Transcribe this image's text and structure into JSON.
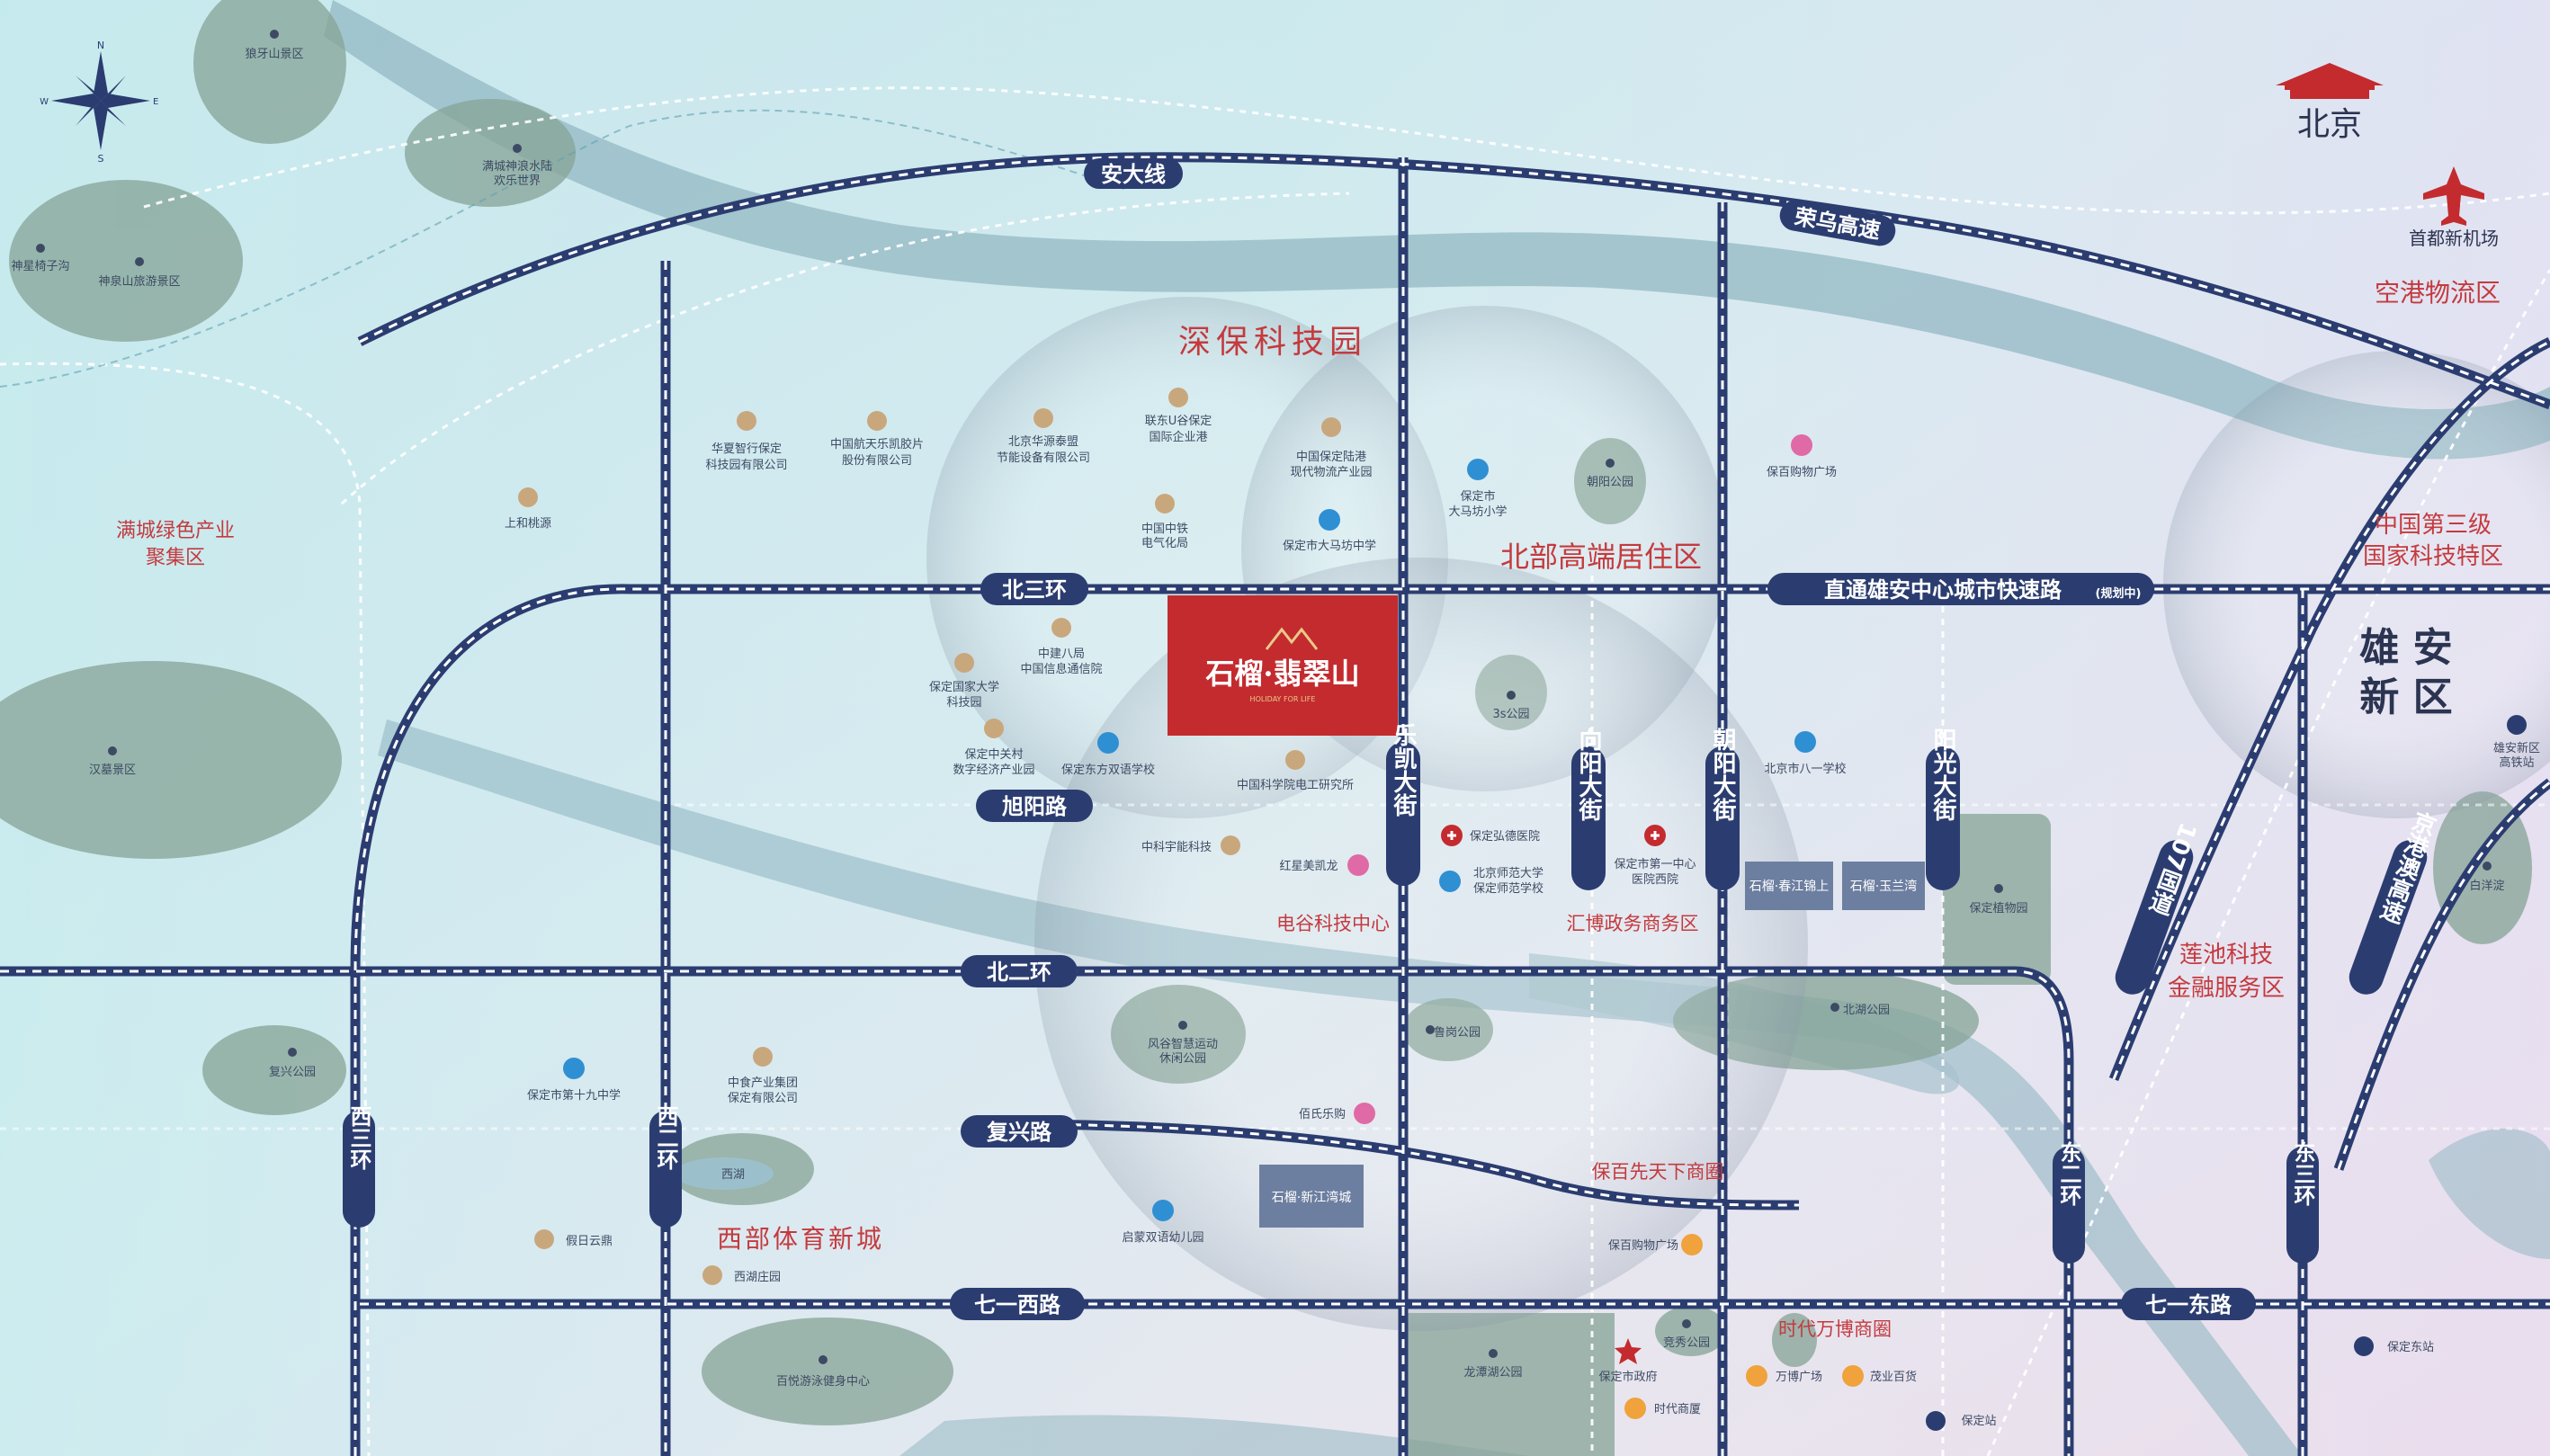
{
  "colors": {
    "road": "#2b3d70",
    "label_bg": "#2b3d70",
    "accent": "#c32b2f",
    "area_text": "#c43a3e",
    "river": "#8fb3bf",
    "park": "#8aa59a",
    "poi_icon": "#c9a77c"
  },
  "roads": {
    "andaxian": "安大线",
    "rongwu": "荣乌高速",
    "beisanhuan": "北三环",
    "zhitong": "直通雄安中心城市快速路",
    "zhitong_note": "(规划中)",
    "xuyang": "旭阳路",
    "beierhuan": "北二环",
    "fuxing": "复兴路",
    "qiyixi": "七一西路",
    "qiyidong": "七一东路",
    "xisanhuan": "西三环",
    "xierhuan": "西二环",
    "dongerhuan": "东二环",
    "dongsanhuan": "东三环",
    "lekai": "乐凯大街",
    "xiangyang": "向阳大街",
    "chaoyang": "朝阳大街",
    "yangguang": "阳光大街",
    "g107": "107国道",
    "jinggangao": "京港澳高速"
  },
  "areas": {
    "shenbao": "深保科技园",
    "beibu": "北部高端居住区",
    "mancheng_l1": "满城绿色产业",
    "mancheng_l2": "聚集区",
    "kejite_l1": "中国第三级",
    "kejite_l2": "国家科技特区",
    "xiongan_l1": "雄 安",
    "xiongan_l2": "新 区",
    "lianchi_l1": "莲池科技",
    "lianchi_l2": "金融服务区",
    "xibu": "西部体育新城",
    "huibo": "汇博政务商务区",
    "diangu": "电谷科技中心",
    "baibai": "保百先天下商圈",
    "shidai": "时代万博商圈",
    "konggang": "空港物流区"
  },
  "top_right": {
    "beijing": "北京",
    "airport": "首都新机场"
  },
  "project": {
    "name": "石榴·翡翠山",
    "sub": "HOLIDAY FOR LIFE"
  },
  "blocks": {
    "chunjiang": "石榴·春江锦上",
    "yulan": "石榴·玉兰湾",
    "xinjiang": "石榴·新江湾城"
  },
  "parks": {
    "langyashan": "狼牙山景区",
    "mancheng_park_l1": "满城神浪水陆",
    "mancheng_park_l2": "欢乐世界",
    "shenxing": "神星椅子沟",
    "shenquan": "神泉山旅游景区",
    "hanmu": "汉墓景区",
    "chaoyang_park": "朝阳公园",
    "sanS": "3s公园",
    "fenggu_l1": "风谷智慧运动",
    "fenggu_l2": "休闲公园",
    "lugang": "鲁岗公园",
    "beihu": "北湖公园",
    "zhiwuyuan": "保定植物园",
    "fuxing_park": "复兴公园",
    "xihu": "西湖",
    "baiyue": "百悦游泳健身中心",
    "longtan": "龙潭湖公园",
    "jingxiu": "竞秀公园",
    "baiyangdian": "白洋淀"
  },
  "pois": {
    "huaxia_l1": "华夏智行保定",
    "huaxia_l2": "科技园有限公司",
    "hangtian_l1": "中国航天乐凯胶片",
    "hangtian_l2": "股份有限公司",
    "huayuan_l1": "北京华源泰盟",
    "huayuan_l2": "节能设备有限公司",
    "liandong_l1": "联东U谷保定",
    "liandong_l2": "国际企业港",
    "lugang_wl_l1": "中国保定陆港",
    "lugang_wl_l2": "现代物流产业园",
    "zhongtie_l1": "中国中铁",
    "zhongtie_l2": "电气化局",
    "shanghe": "上和桃源",
    "zhongjian_l1": "中建八局",
    "zhongjian_l2": "中国信息通信院",
    "guojia_l1": "保定国家大学",
    "guojia_l2": "科技园",
    "zhongguancun_l1": "保定中关村",
    "zhongguancun_l2": "数字经济产业园",
    "kexueyuan": "中国科学院电工研究所",
    "zhongke": "中科宇能科技",
    "zhongshi_l1": "中食产业集团",
    "zhongshi_l2": "保定有限公司",
    "jiari": "假日云鼎",
    "xihuzhuang": "西湖庄园"
  },
  "schools": {
    "damashi_l1": "保定市",
    "damashi_l2": "大马坊小学",
    "damazhong": "保定市大马坊中学",
    "dongfang": "保定东方双语学校",
    "bayi": "北京市八一学校",
    "shifan_l1": "北京师范大学",
    "shifan_l2": "保定师范学校",
    "shijiu": "保定市第十九中学",
    "qimeng": "启蒙双语幼儿园"
  },
  "hospitals": {
    "hongde": "保定弘德医院",
    "diyi_l1": "保定市第一中心",
    "diyi_l2": "医院西院"
  },
  "shops": {
    "baibai_shop": "保百购物广场",
    "hongxing": "红星美凯龙",
    "jiashi": "佰氏乐购",
    "baibai_shop2": "保百购物广场",
    "wanbo": "万博广场",
    "maoye": "茂业百货",
    "shidai_shop": "时代商厦"
  },
  "gov": {
    "shizhengfu": "保定市政府"
  },
  "stations": {
    "xiongan_l1": "雄安新区",
    "xiongan_l2": "高铁站",
    "baoding": "保定站",
    "baodingdong": "保定东站"
  },
  "compass": {
    "n": "N",
    "s": "S",
    "w": "W",
    "e": "E"
  }
}
